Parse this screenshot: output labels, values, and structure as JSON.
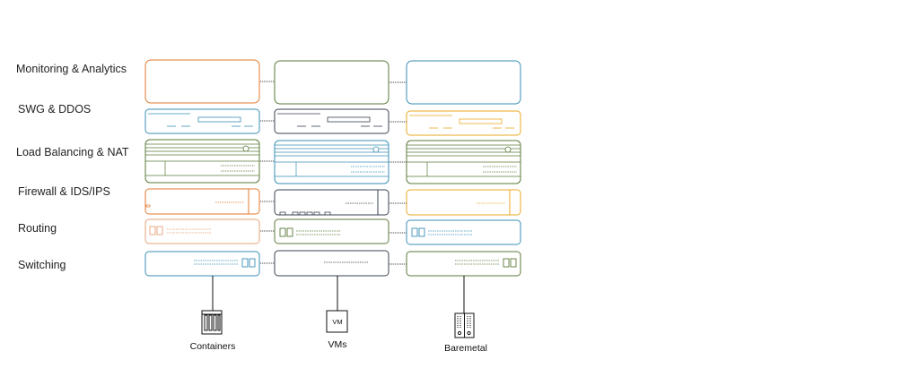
{
  "layers": [
    {
      "id": "monitoring",
      "label": "Monitoring & Analytics"
    },
    {
      "id": "swg",
      "label": "SWG & DDOS"
    },
    {
      "id": "lb",
      "label": "Load Balancing  & NAT"
    },
    {
      "id": "firewall",
      "label": "Firewall  & IDS/IPS"
    },
    {
      "id": "routing",
      "label": "Routing"
    },
    {
      "id": "switching",
      "label": "Switching"
    }
  ],
  "platforms": [
    {
      "id": "containers",
      "label": "Containers",
      "icon": "containers-icon"
    },
    {
      "id": "vms",
      "label": "VMs",
      "icon": "vm-icon",
      "icon_text": "VM"
    },
    {
      "id": "baremetal",
      "label": "Baremetal",
      "icon": "server-rack-icon"
    }
  ],
  "colors": {
    "orange": "#e07a2e",
    "green": "#5a7a3a",
    "blue": "#3a8fb7",
    "dark": "#3a4150",
    "yellow": "#e8a820",
    "peach": "#e8a07a",
    "connector": "#777777"
  }
}
